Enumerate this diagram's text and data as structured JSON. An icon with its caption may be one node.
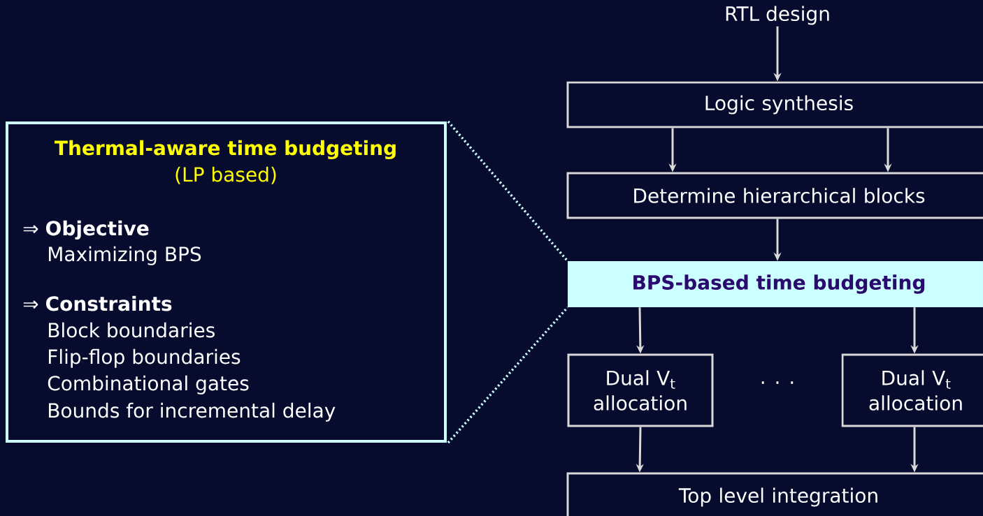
{
  "diagram": {
    "nodes": [
      {
        "text": [
          "Thermal-aware time budgeting",
          "(LP based)",
          "⇒ **Objective**",
          "Maximizing BPS",
          "⇒ **Constraints**",
          "Block boundaries",
          "Flip-flop boundaries",
          "Combinational gates",
          "Bounds for incremental delay"
        ]
      },
      {
        "text": [
          "RTL design"
        ]
      },
      {
        "text": [
          "Logic synthesis"
        ]
      },
      {
        "text": [
          "Determine hierarchical blocks"
        ]
      },
      {
        "text": [
          "BPS-based time budgeting"
        ]
      },
      {
        "text": [
          "Dual V$_{t}$ allocation"
        ]
      },
      {
        "text": [
          "Dual V$_{t}$ allocation"
        ]
      },
      {
        "text": [
          "Top level integration"
        ]
      }
    ],
    "edges": [
      {
        "from": 1,
        "to": 2,
        "arrow": "to"
      },
      {
        "from": 2,
        "to": 3,
        "arrow": "to"
      },
      {
        "from": 2,
        "to": 3,
        "arrow": "to"
      },
      {
        "from": 3,
        "to": 4,
        "arrow": "to"
      },
      {
        "from": 4,
        "to": 5,
        "arrow": "to"
      },
      {
        "from": 4,
        "to": 6,
        "arrow": "to"
      },
      {
        "from": 5,
        "to": 7,
        "arrow": "to"
      },
      {
        "from": 6,
        "to": 7,
        "arrow": "to"
      },
      {
        "from": 0,
        "to": 4,
        "arrow": "none",
        "style": "dashed",
        "color": "#ccffff"
      },
      {
        "from": 0,
        "to": 4,
        "arrow": "none",
        "style": "dashed",
        "color": "#ccffff"
      }
    ],
    "labels": [
      ". . ."
    ]
  }
}
